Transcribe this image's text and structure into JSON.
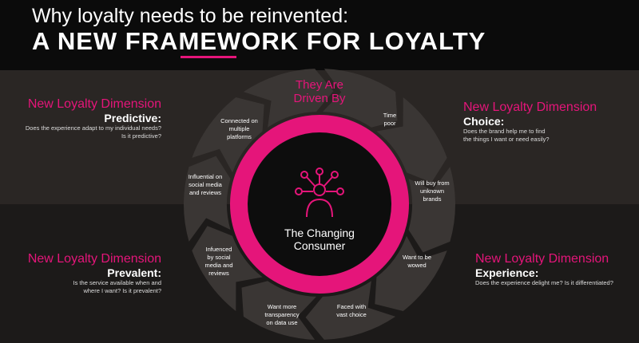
{
  "header": {
    "subtitle": "Why loyalty needs to be reinvented:",
    "title": "A NEW FRAMEWORK FOR LOYALTY"
  },
  "center": {
    "heading": "They Are\nDriven By",
    "label": "The Changing\nConsumer",
    "icon": "person-network-icon"
  },
  "traits": [
    "Connected on\nmultiple\nplatforms",
    "Time\npoor",
    "Will buy from\nunknown\nbrands",
    "Want to be\nwowed",
    "Faced with\nvast choice",
    "Want more\ntransparency\non data use",
    "Infuenced\nby social\nmedia and\nreviews",
    "Influential on\nsocial media\nand reviews"
  ],
  "dimensions": {
    "top_left": {
      "heading": "New Loyalty Dimension",
      "name": "Predictive:",
      "description": "Does the experience adapt to my individual needs?\nIs it predictive?"
    },
    "top_right": {
      "heading": "New Loyalty Dimension",
      "name": "Choice:",
      "description": "Does the brand help me to find\nthe things I want or need easily?"
    },
    "bottom_left": {
      "heading": "New Loyalty Dimension",
      "name": "Prevalent:",
      "description": "Is the service available when and\nwhere I want? Is it prevalent?"
    },
    "bottom_right": {
      "heading": "New Loyalty Dimension",
      "name": "Experience:",
      "description": "Does the experience delight me? Is it differentiated?"
    }
  },
  "colors": {
    "accent": "#e5157a",
    "ring_segment": "#3a3634",
    "center_fill": "#0d0d0d"
  }
}
